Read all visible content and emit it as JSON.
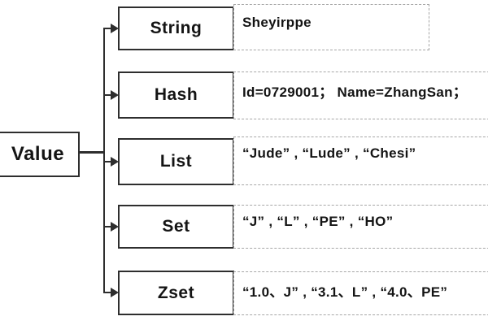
{
  "diagram": {
    "root_label": "Value",
    "rows": [
      {
        "label": "String",
        "example": "Sheyirppe"
      },
      {
        "label": "Hash",
        "example": "Id=0729001； Name=ZhangSan；"
      },
      {
        "label": "List",
        "example": "“Jude” , “Lude” , “Chesi”"
      },
      {
        "label": "Set",
        "example": "“J” , “L” , “PE” , “HO”"
      },
      {
        "label": "Zset",
        "example": "“1.0、J” , “3.1、L” , “4.0、PE”"
      }
    ],
    "colors": {
      "line": "#2e2e2e",
      "box_border": "#2e2e2e",
      "dashed_border": "#a6a6a6",
      "text": "#141414",
      "background": "#ffffff"
    }
  }
}
